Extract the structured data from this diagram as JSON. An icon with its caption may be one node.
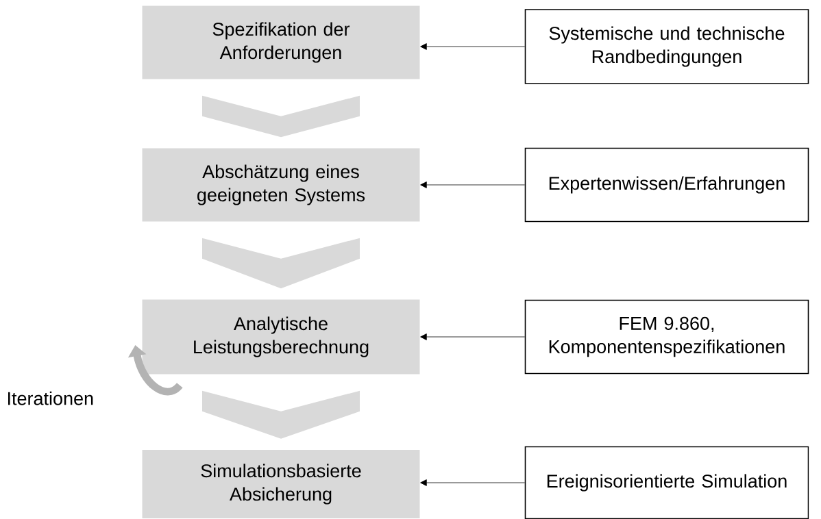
{
  "diagram": {
    "nodes": [
      {
        "text": [
          "Spezifikation der Anforderungen"
        ]
      },
      {
        "text": [
          "Systemische und technische Randbedingungen"
        ]
      },
      {
        "text": [
          "Abschätzung eines geeigneten Systems"
        ]
      },
      {
        "text": [
          "Expertenwissen/Erfahrungen"
        ]
      },
      {
        "text": [
          "Analytische Leistungsberechnung"
        ]
      },
      {
        "text": [
          "FEM 9.860, Komponentenspezifikationen"
        ]
      },
      {
        "text": [
          "Simulationsbasierte Absicherung"
        ]
      },
      {
        "text": [
          "Ereignisorientierte Simulation"
        ]
      }
    ],
    "edges": [
      {
        "from": 1,
        "to": 0,
        "arrow": "to"
      },
      {
        "from": 0,
        "to": 2,
        "arrow": "to",
        "style": "thick"
      },
      {
        "from": 3,
        "to": 2,
        "arrow": "to"
      },
      {
        "from": 2,
        "to": 4,
        "arrow": "to",
        "style": "thick"
      },
      {
        "from": 5,
        "to": 4,
        "arrow": "to"
      },
      {
        "from": 4,
        "to": 4,
        "arrow": "to",
        "label": "Iterationen",
        "style": "thick",
        "color": "#b3b3b3"
      },
      {
        "from": 4,
        "to": 6,
        "arrow": "to",
        "style": "thick"
      },
      {
        "from": 7,
        "to": 6,
        "arrow": "to"
      }
    ]
  }
}
